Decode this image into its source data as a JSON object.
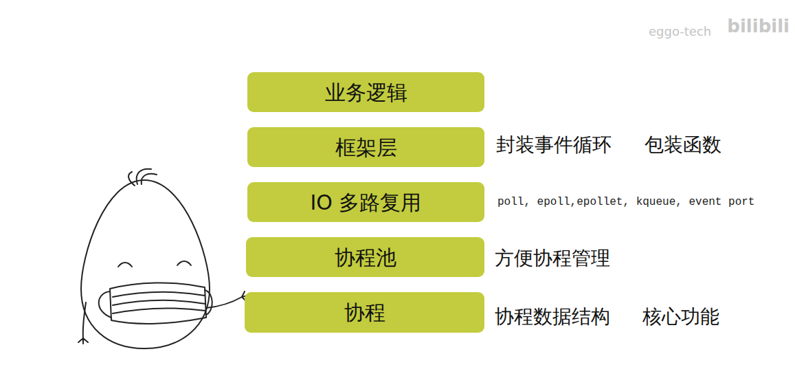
{
  "diagram": {
    "nodes": [
      {
        "text": [
          "业务逻辑"
        ]
      },
      {
        "text": [
          "框架层"
        ]
      },
      {
        "text": [
          "IO 多路复用"
        ]
      },
      {
        "text": [
          "协程池"
        ]
      },
      {
        "text": [
          "协程"
        ]
      }
    ],
    "labels": [
      "封装事件循环",
      "包装函数",
      "poll, epoll,epollet, kqueue, event port",
      "方便协程管理",
      "协程数据结构",
      "核心功能",
      "eggo-tech",
      "bilibili"
    ]
  }
}
